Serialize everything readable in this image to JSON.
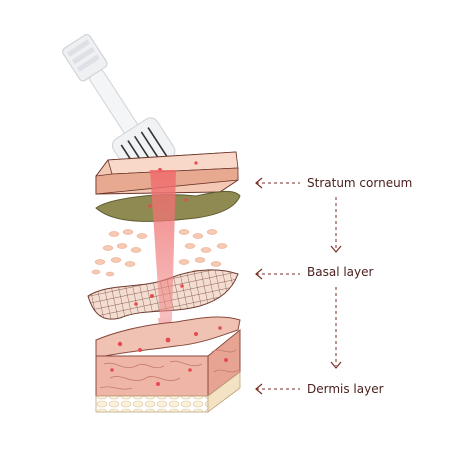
{
  "diagram": {
    "layers": [
      {
        "label": "Stratum corneum"
      },
      {
        "label": "Basal layer"
      },
      {
        "label": "Dermis layer"
      }
    ],
    "colors": {
      "arrow": "#7a2d24",
      "text": "#4a1e1a",
      "stratum_top": "#f3c9b6",
      "stratum_olive": "#8e8a52",
      "basal_mesh": "#f2ddd0",
      "dermis_face": "#efb6a8",
      "dermis_top": "#f0c2b4",
      "fat_base": "#f7ecd4",
      "beam": "#ef7b7b",
      "dot": "#e64b50"
    },
    "icons": [
      "microneedle-device-icon",
      "skin-layers-icon",
      "light-beam-icon"
    ]
  }
}
